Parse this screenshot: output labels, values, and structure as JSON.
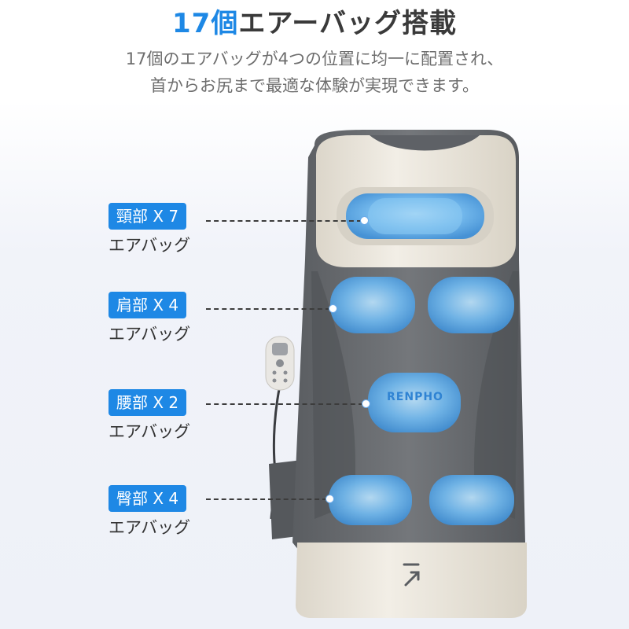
{
  "headline": {
    "accent": "17個",
    "rest": "エアーバッグ搭載"
  },
  "subtitle": {
    "line1": "17個のエアバッグが4つの位置に均一に配置され、",
    "line2": "首からお尻まで最適な体験が実現できます。"
  },
  "labels": [
    {
      "badge": "頸部 X 7",
      "caption": "エアバッグ"
    },
    {
      "badge": "肩部 X 4",
      "caption": "エアバッグ"
    },
    {
      "badge": "腰部 X 2",
      "caption": "エアバッグ"
    },
    {
      "badge": "臀部 X 4",
      "caption": "エアバッグ"
    }
  ],
  "product": {
    "logo": "RENPHO"
  },
  "colors": {
    "accent": "#1e88e5",
    "cushion_gray": "#6b6e72",
    "frame_cream": "#ece7dd",
    "airbag_blue": "#6fb8ef"
  },
  "icons": {
    "footer": "arrow-up-right-icon"
  }
}
